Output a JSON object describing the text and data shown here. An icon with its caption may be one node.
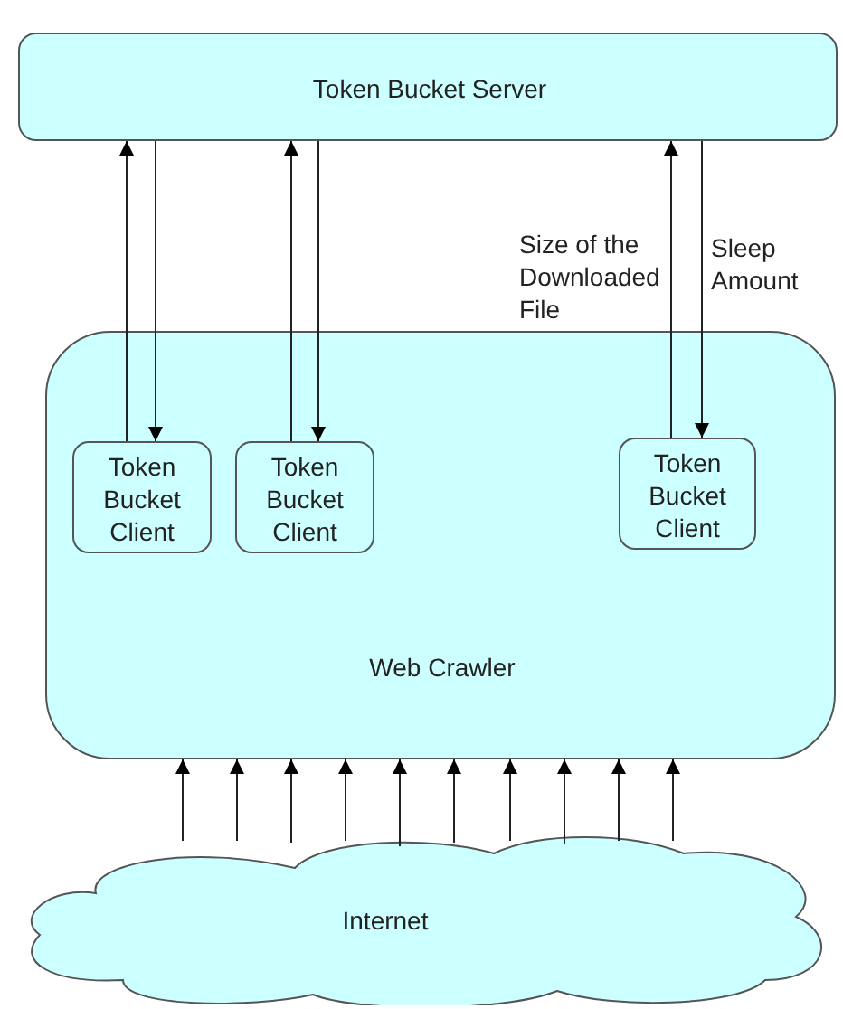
{
  "diagram": {
    "nodes": [
      {
        "text": [
          "Token Bucket Server"
        ]
      },
      {
        "text": [
          "Web Crawler"
        ]
      },
      {
        "text": [
          "Token Bucket Client"
        ],
        "in": 1
      },
      {
        "text": [
          "Token Bucket Client"
        ],
        "in": 1
      },
      {
        "text": [
          "Token Bucket Client"
        ],
        "in": 1
      },
      {
        "text": [
          "Internet"
        ]
      }
    ],
    "edges": [
      {
        "from": 2,
        "to": 0,
        "arrow": "to"
      },
      {
        "from": 0,
        "to": 2,
        "arrow": "to"
      },
      {
        "from": 3,
        "to": 0,
        "arrow": "to"
      },
      {
        "from": 0,
        "to": 3,
        "arrow": "to"
      },
      {
        "from": 4,
        "to": 0,
        "arrow": "to",
        "label": "Size of the Downloaded File"
      },
      {
        "from": 0,
        "to": 4,
        "arrow": "to",
        "label": "Sleep Amount"
      },
      {
        "from": 5,
        "to": 1,
        "arrow": "to"
      },
      {
        "from": 5,
        "to": 1,
        "arrow": "to"
      },
      {
        "from": 5,
        "to": 1,
        "arrow": "to"
      },
      {
        "from": 5,
        "to": 1,
        "arrow": "to"
      },
      {
        "from": 5,
        "to": 1,
        "arrow": "to"
      },
      {
        "from": 5,
        "to": 1,
        "arrow": "to"
      },
      {
        "from": 5,
        "to": 1,
        "arrow": "to"
      },
      {
        "from": 5,
        "to": 1,
        "arrow": "to"
      },
      {
        "from": 5,
        "to": 1,
        "arrow": "to"
      },
      {
        "from": 5,
        "to": 1,
        "arrow": "to"
      }
    ]
  }
}
